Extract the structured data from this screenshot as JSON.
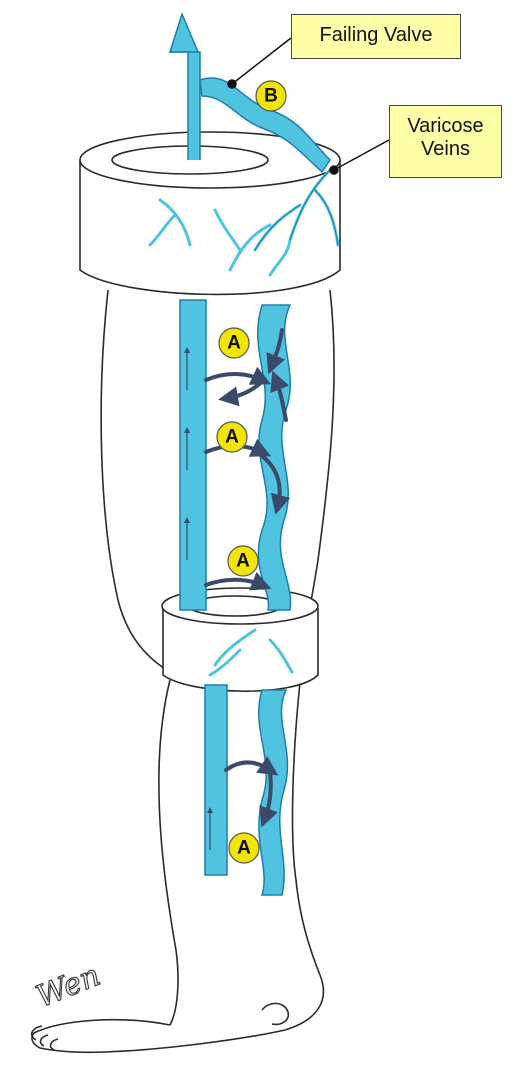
{
  "callouts": {
    "failing_valve": "Failing Valve",
    "varicose_veins_line1": "Varicose",
    "varicose_veins_line2": "Veins"
  },
  "markers": {
    "valve_a": "A",
    "valve_b": "B"
  },
  "signature": "Wen",
  "colors": {
    "vein_light": "#4fc3e0",
    "vein_outline": "#1e7fa6",
    "vein_flow_arrow": "#3a4a6a",
    "callout_fill": "#ffffa8",
    "marker_fill": "#f2e600",
    "line_art": "#2a2a2a"
  }
}
